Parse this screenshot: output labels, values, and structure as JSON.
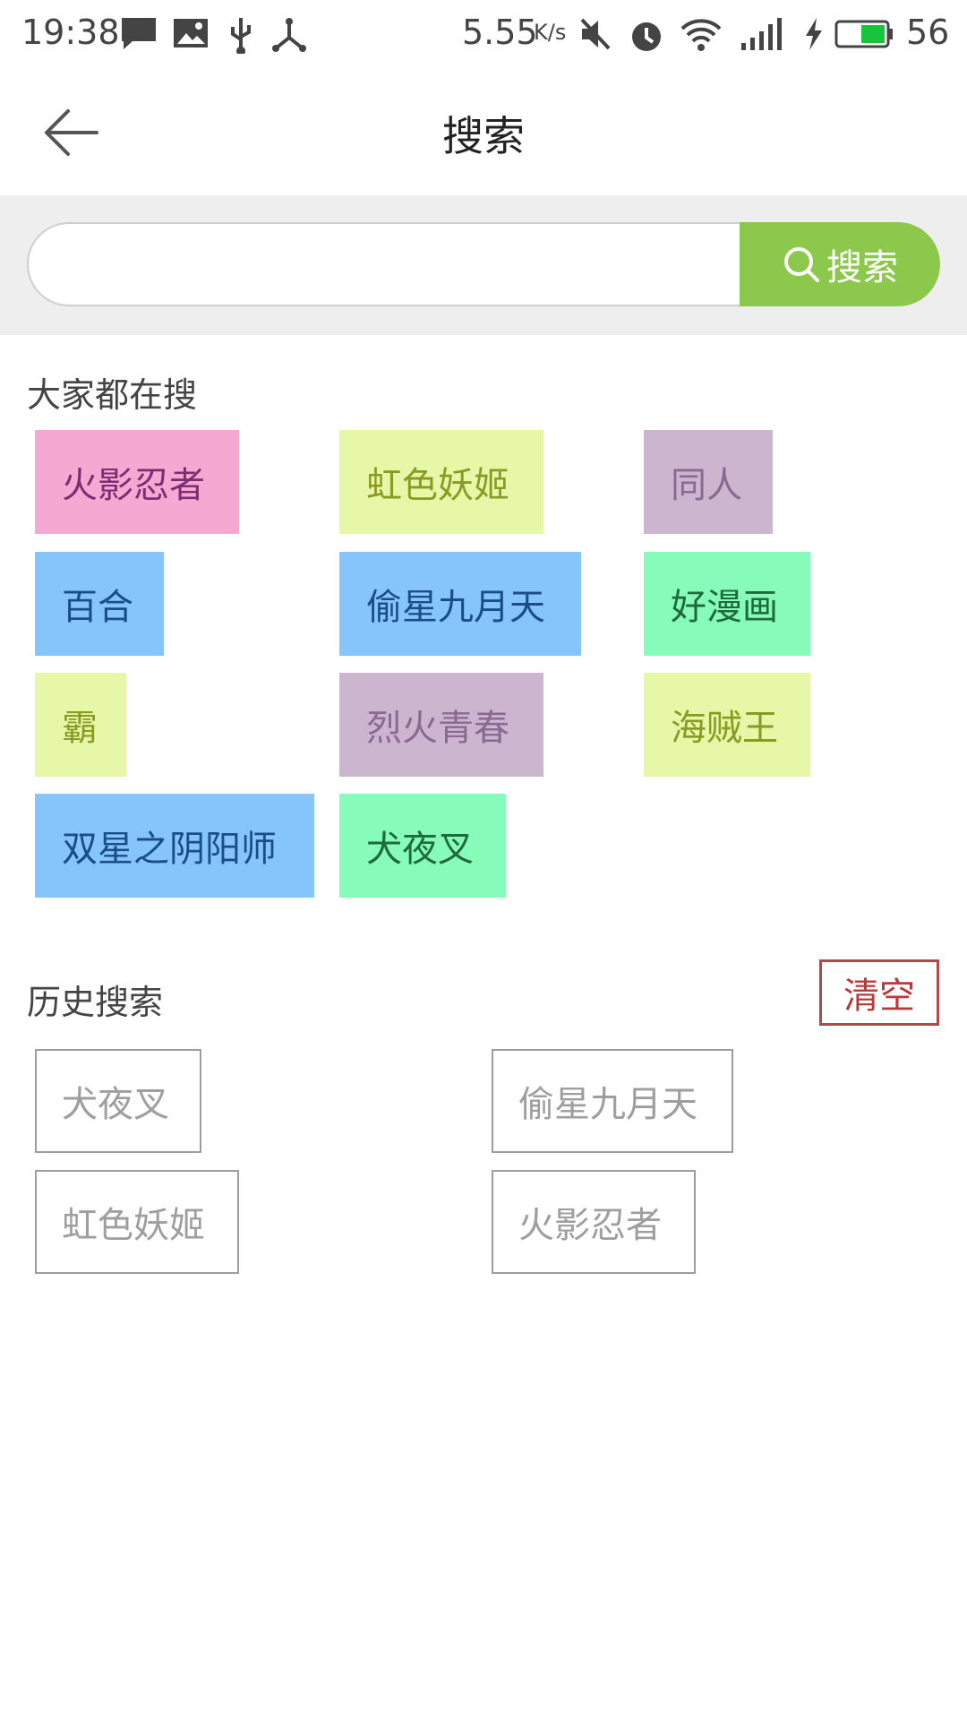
{
  "status_bar": {
    "time": "19:38",
    "net_speed": "5.55",
    "net_speed_unit": "K/s",
    "battery": "56",
    "icons": [
      "message-icon",
      "image-icon",
      "usb-icon",
      "share-icon",
      "mute-icon",
      "alarm-icon",
      "wifi-icon",
      "signal-icon",
      "charging-icon",
      "battery-icon"
    ]
  },
  "header": {
    "title": "搜索",
    "back_icon": "arrow-left-icon"
  },
  "search": {
    "value": "",
    "placeholder": "",
    "button_label": "搜索",
    "button_icon": "search-icon",
    "button_color": "#8cc84b"
  },
  "hot": {
    "title": "大家都在搜",
    "tags": [
      {
        "label": "火影忍者",
        "bg": "#f5a8d2",
        "fg": "#7a2e74"
      },
      {
        "label": "虹色妖姬",
        "bg": "#e6f7a7",
        "fg": "#8a9b24"
      },
      {
        "label": "同人",
        "bg": "#cbb5cf",
        "fg": "#8a6a93"
      },
      {
        "label": "百合",
        "bg": "#86c5fb",
        "fg": "#1a4f86"
      },
      {
        "label": "偷星九月天",
        "bg": "#86c5fb",
        "fg": "#1a4f86"
      },
      {
        "label": "好漫画",
        "bg": "#86fbba",
        "fg": "#1f6a3a"
      },
      {
        "label": "霸",
        "bg": "#e6f7a7",
        "fg": "#8a9b24"
      },
      {
        "label": "烈火青春",
        "bg": "#cbb5cf",
        "fg": "#8a6a93"
      },
      {
        "label": "海贼王",
        "bg": "#e6f7a7",
        "fg": "#8a9b24"
      },
      {
        "label": "双星之阴阳师",
        "bg": "#86c5fb",
        "fg": "#1a4f86"
      },
      {
        "label": "犬夜叉",
        "bg": "#86fbba",
        "fg": "#1f6a3a"
      }
    ]
  },
  "history": {
    "title": "历史搜索",
    "clear_label": "清空",
    "items": [
      "犬夜叉",
      "偷星九月天",
      "虹色妖姬",
      "火影忍者"
    ]
  }
}
